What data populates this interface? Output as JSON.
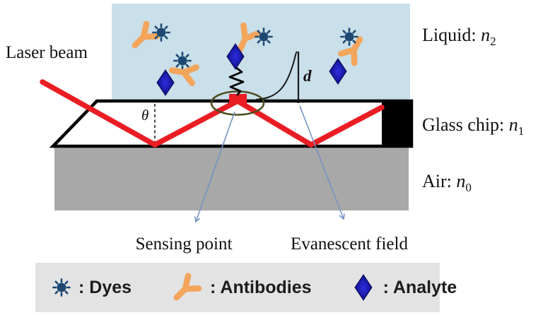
{
  "labels": {
    "laser_beam": "Laser beam",
    "liquid": {
      "text": "Liquid: ",
      "var": "n",
      "sub": "2"
    },
    "glass_chip": {
      "text": "Glass chip: ",
      "var": "n",
      "sub": "1"
    },
    "air": {
      "text": "Air: ",
      "var": "n",
      "sub": "0"
    },
    "sensing_point": "Sensing point",
    "evanescent_field": "Evanescent field",
    "theta": "θ",
    "depth": "d"
  },
  "legend": {
    "items": [
      {
        "icon": "dye-icon",
        "label": ": Dyes"
      },
      {
        "icon": "antibody-icon",
        "label": ": Antibodies"
      },
      {
        "icon": "analyte-icon",
        "label": ": Analyte"
      }
    ]
  },
  "colors": {
    "liquid_blue": "#c9dfe9",
    "air_gray": "#a8a8a8",
    "legend_gray": "#e3e3e3",
    "laser_red": "#e91d23",
    "antibody_orange": "#f4a55c",
    "dye_navy": "#1c4872",
    "analyte_blue": "#2e2ee0",
    "analyte_blue_dark": "#090979",
    "arrow_blue": "#7593c4",
    "ellipse_olive": "#4d4d22",
    "text_black": "#111111"
  }
}
